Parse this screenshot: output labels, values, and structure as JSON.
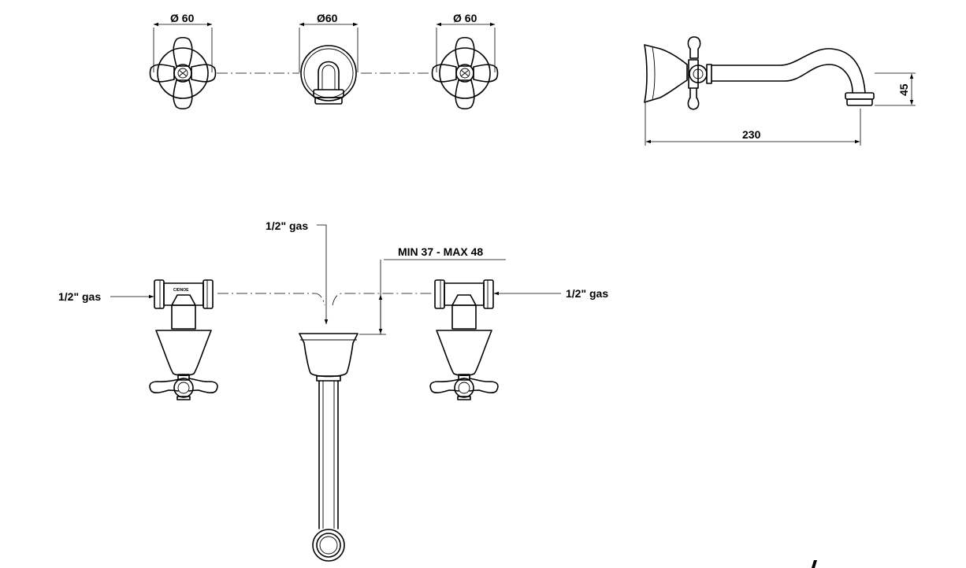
{
  "dimensions": {
    "diameter_left": "Ø 60",
    "diameter_center": "Ø60",
    "diameter_right": "Ø 60",
    "spout_height": "45",
    "spout_length": "230",
    "wall_depth": "MIN 37 - MAX 48"
  },
  "connections": {
    "inlet_left": "1/2\" gas",
    "inlet_top": "1/2\" gas",
    "inlet_right": "1/2\" gas"
  },
  "valve_marking": "CIDNOE"
}
